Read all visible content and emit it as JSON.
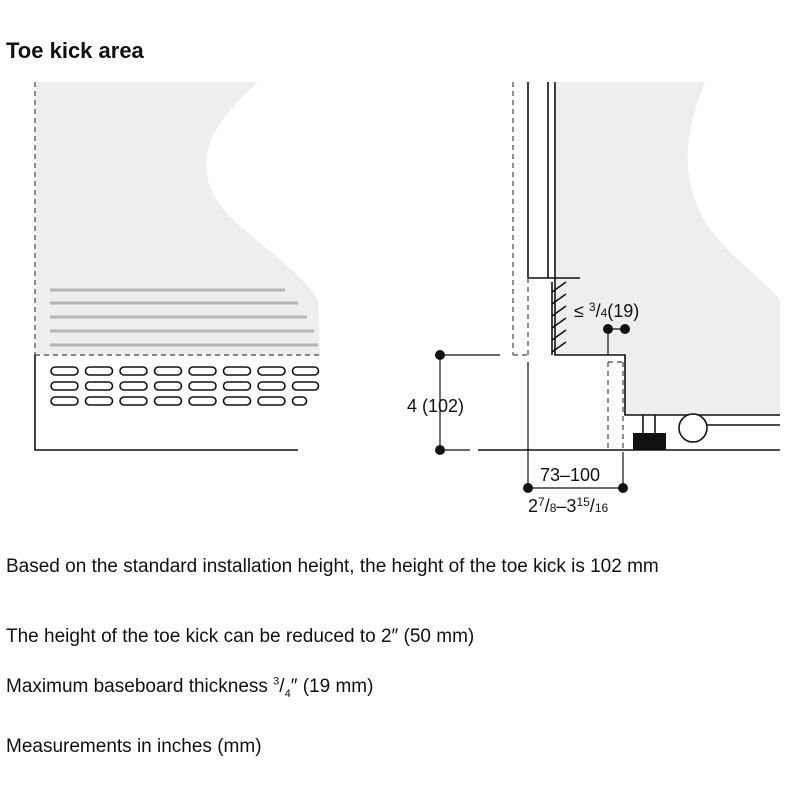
{
  "title": "Toe kick area",
  "labels": {
    "height": "4 (102)",
    "baseboard_prefix": "≤ ",
    "baseboard_num": "3",
    "baseboard_den": "4",
    "baseboard_mm": "(19)",
    "depth_mm": "73–100",
    "depth_in_a_whole": "2",
    "depth_in_a_num": "7",
    "depth_in_a_den": "8",
    "depth_in_sep": "–3",
    "depth_in_b_num": "15",
    "depth_in_b_den": "16"
  },
  "notes": {
    "line1": "Based on the standard installation height, the height of the toe kick is 102 mm",
    "line2": "The height of the toe kick can be reduced to 2″ (50 mm)",
    "line3_a": "Maximum baseboard thickness ",
    "line3_num": "3",
    "line3_den": "4",
    "line3_b": "″ (19 mm)",
    "line4": "Measurements in inches (mm)"
  },
  "colors": {
    "panel_fill": "#eeeeee",
    "line": "#111111",
    "vent_stripe": "#b5b5b5"
  }
}
